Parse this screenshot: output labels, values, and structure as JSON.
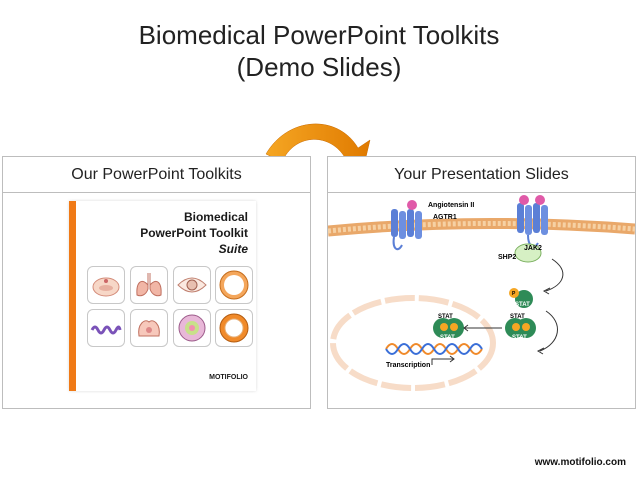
{
  "slide": {
    "title_line1": "Biomedical PowerPoint Toolkits",
    "title_line2": "(Demo Slides)",
    "footer_url": "www.motifolio.com"
  },
  "left_panel": {
    "header": "Our PowerPoint Toolkits",
    "cover": {
      "line1": "Biomedical",
      "line2": "PowerPoint Toolkit",
      "line3": "Suite",
      "brand": "MOTIFOLIO"
    }
  },
  "right_panel": {
    "header": "Your Presentation Slides",
    "labels": {
      "ligand": "Angiotensin II",
      "receptor": "AGTR1",
      "jak": "JAK2",
      "shp": "SHP2",
      "stat": "STAT",
      "phos": "P",
      "transcription": "Transcription"
    }
  },
  "colors": {
    "accent_orange": "#f07a16",
    "stat_green": "#2e8b57",
    "phospho_orange": "#f5a623",
    "receptor_blue": "#5b7fd6",
    "ligand_pink": "#e05aa8"
  },
  "icons": [
    "curved-arrow",
    "cell-membrane",
    "receptor",
    "dna-helix",
    "nucleus"
  ]
}
